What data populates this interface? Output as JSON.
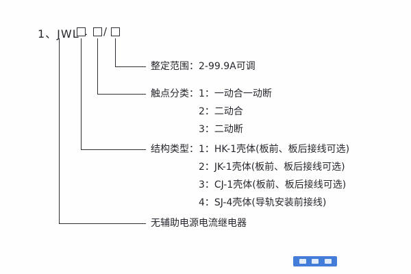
{
  "diagram": {
    "title_prefix": "1、JWL -",
    "slash": "/",
    "branches": {
      "setting_range": {
        "label": "整定范围：2-99.9A可调"
      },
      "contact": {
        "label": "触点分类：1：一动合一动断",
        "options": [
          "2：二动合",
          "3：二动断"
        ]
      },
      "structure": {
        "label": "结构类型：1：HK-1壳体(板前、板后接线可选)",
        "options": [
          "2：JK-1壳体(板前、板后接线可选)",
          "3：CJ-1壳体(板前、板后接线可选)",
          "4：SJ-4壳体(导轨安装前接线)"
        ]
      },
      "product": {
        "label": "无辅助电源电流继电器"
      }
    }
  }
}
